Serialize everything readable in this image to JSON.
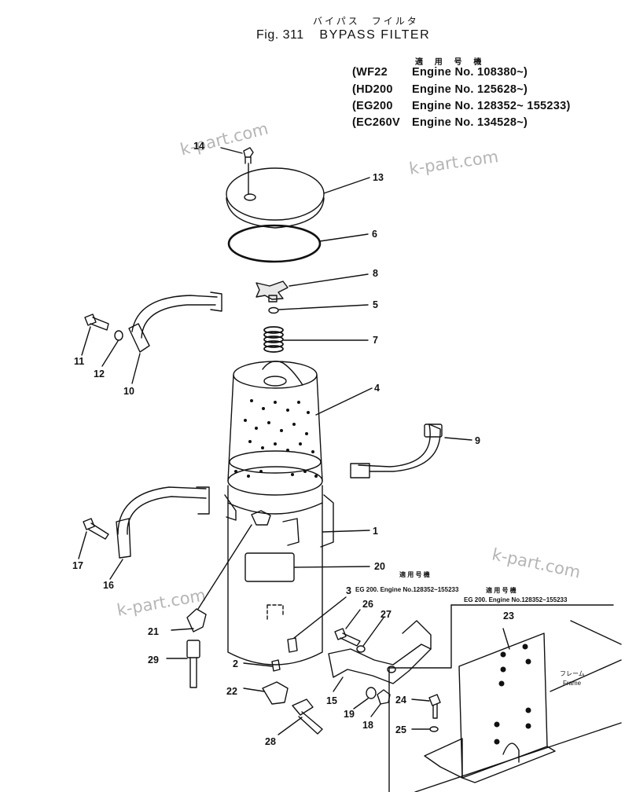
{
  "header": {
    "title_jp": "バイパス　フイルタ",
    "fig_label": "Fig. 311",
    "title": "BYPASS FILTER",
    "applicability_heading": "適 用 号 機",
    "applicability": [
      {
        "model": "(WF22",
        "engine": "Engine No. 108380~)"
      },
      {
        "model": "(HD200",
        "engine": "Engine No. 125628~)"
      },
      {
        "model": "(EG200",
        "engine": "Engine No. 128352~ 155233)"
      },
      {
        "model": "(EC260V",
        "engine": "Engine No. 134528~)"
      }
    ]
  },
  "watermark": "k-part.com",
  "notes": {
    "eg200_heading": "適 用 号 機",
    "eg200_bracket": "EG 200. Engine No.128352~155233",
    "eg200_bracket_heading": "適 用 号 機",
    "eg200_frame": "EG 200. Engine No.128352~155233",
    "frame_jp": "フレーム",
    "frame_en": "Frame"
  },
  "callouts": {
    "c1": "1",
    "c2": "2",
    "c3": "3",
    "c4": "4",
    "c5": "5",
    "c6": "6",
    "c7": "7",
    "c8": "8",
    "c9": "9",
    "c10": "10",
    "c11": "11",
    "c12": "12",
    "c13": "13",
    "c14": "14",
    "c15": "15",
    "c16": "16",
    "c17": "17",
    "c18": "18",
    "c19": "19",
    "c20": "20",
    "c21": "21",
    "c22": "22",
    "c23": "23",
    "c24": "24",
    "c25": "25",
    "c26": "26",
    "c27": "27",
    "c28": "28",
    "c29": "29"
  }
}
